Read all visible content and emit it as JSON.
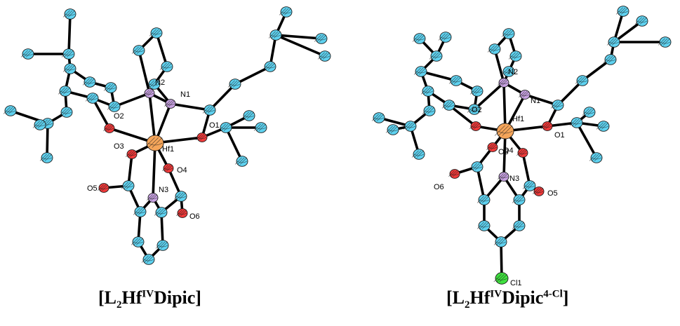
{
  "structures": [
    {
      "id": "left",
      "caption": {
        "prefix": "[L",
        "sub": "2",
        "metal": "Hf",
        "sup": "IV",
        "ligand": "Dipic",
        "sup2": "",
        "suffix": "]"
      },
      "labels": [
        {
          "text": "N2",
          "atom": 15
        },
        {
          "text": "N1",
          "atom": 14
        },
        {
          "text": "O2",
          "atom": 17
        },
        {
          "text": "O1",
          "atom": 18
        },
        {
          "text": "O3",
          "atom": 30
        },
        {
          "text": "Hf1",
          "atom": 16
        },
        {
          "text": "O4",
          "atom": 31
        },
        {
          "text": "O5",
          "atom": 34
        },
        {
          "text": "N3",
          "atom": 32
        },
        {
          "text": "O6",
          "atom": 36
        }
      ]
    },
    {
      "id": "right",
      "caption": {
        "prefix": "[L",
        "sub": "2",
        "metal": "Hf",
        "sup": "IV",
        "ligand": "Dipic",
        "sup2": "4-Cl",
        "suffix": "]"
      },
      "labels": [
        {
          "text": "N2",
          "atom": 15
        },
        {
          "text": "O2",
          "atom": 17
        },
        {
          "text": "N1",
          "atom": 14
        },
        {
          "text": "Hf1",
          "atom": 16
        },
        {
          "text": "O1",
          "atom": 18
        },
        {
          "text": "O4",
          "atom": 31
        },
        {
          "text": "O3",
          "atom": 30
        },
        {
          "text": "O6",
          "atom": 34
        },
        {
          "text": "N3",
          "atom": 32
        },
        {
          "text": "O5",
          "atom": 36
        },
        {
          "text": "Cl1",
          "atom": 42
        }
      ]
    }
  ]
}
